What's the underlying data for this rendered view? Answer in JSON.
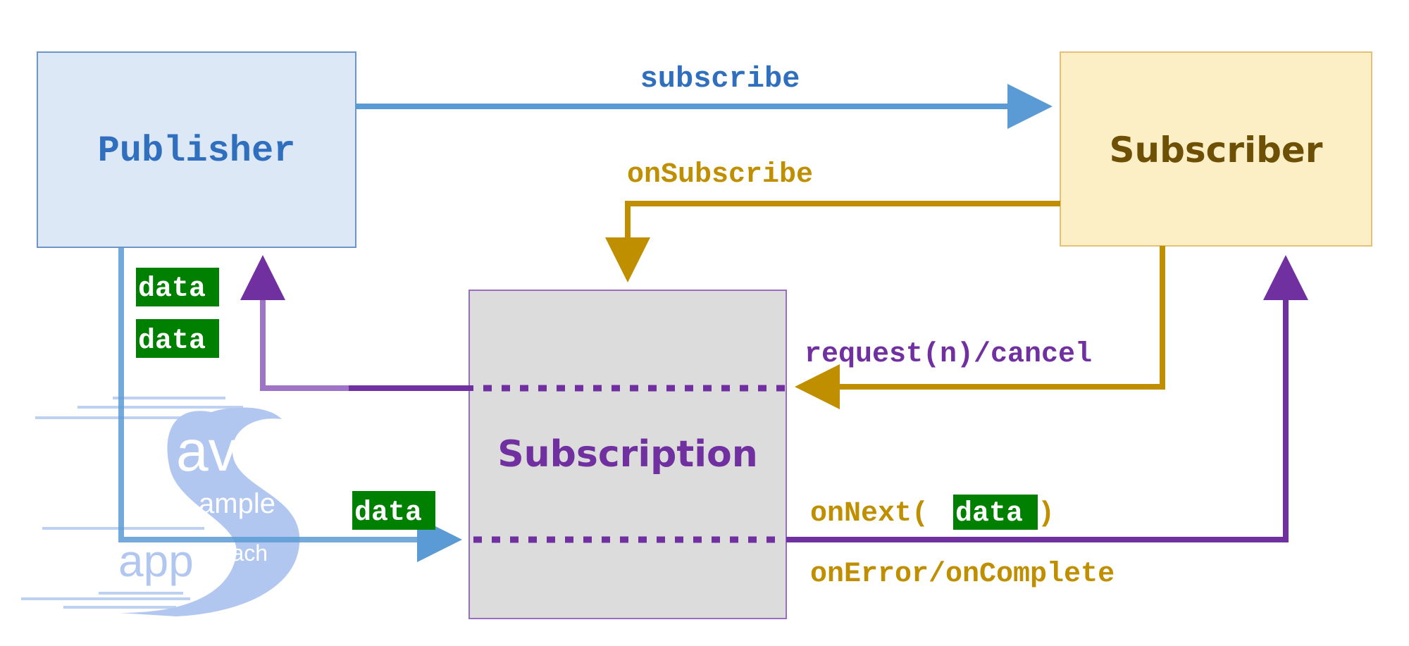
{
  "colors": {
    "publisher_fill": "#dde8f6",
    "publisher_stroke": "#6f95c6",
    "publisher_text": "#2f6fbd",
    "subscriber_fill": "#fcefc6",
    "subscriber_stroke": "#e3c178",
    "subscriber_text": "#6e4f06",
    "subscription_fill": "#dcdcdc",
    "subscription_stroke": "#9b6dc2",
    "subscription_text": "#7030a0",
    "blue_arrow": "#5b9bd5",
    "gold_arrow": "#bf8f00",
    "purple_arrow": "#7030a0",
    "light_purple": "#9e74c6",
    "data_badge_fill": "#008000",
    "data_badge_text": "#ffffff",
    "watermark": "#a9c1ef"
  },
  "nodes": {
    "publisher": "Publisher",
    "subscriber": "Subscriber",
    "subscription": "Subscription"
  },
  "edges": {
    "subscribe": "subscribe",
    "on_subscribe": "onSubscribe",
    "request_cancel": "request(n)/cancel",
    "on_next_prefix": "onNext(",
    "on_next_suffix": ")",
    "on_error_complete": "onError/onComplete"
  },
  "badges": {
    "data1": "data",
    "data2": "data",
    "data3": "data",
    "data4": "data"
  },
  "watermark": {
    "word1": "ava",
    "word2": "ample",
    "word3": "app",
    "word4": "roach"
  }
}
